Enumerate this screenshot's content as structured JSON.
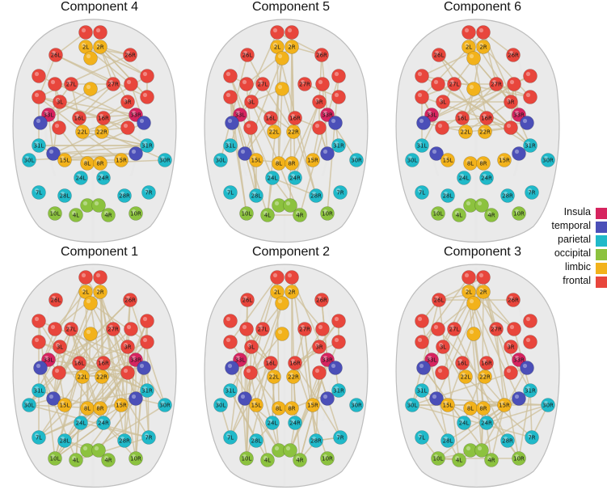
{
  "panels": [
    {
      "id": "c4",
      "title": "Component 4"
    },
    {
      "id": "c5",
      "title": "Component 5"
    },
    {
      "id": "c6",
      "title": "Component 6"
    },
    {
      "id": "c1",
      "title": "Component 1"
    },
    {
      "id": "c2",
      "title": "Component 2"
    },
    {
      "id": "c3",
      "title": "Component 3"
    }
  ],
  "legend": [
    {
      "label": "Insula",
      "color": "#d6245f"
    },
    {
      "label": "temporal",
      "color": "#4b4fb8"
    },
    {
      "label": "parietal",
      "color": "#20b9c9"
    },
    {
      "label": "occipital",
      "color": "#8cc23f"
    },
    {
      "label": "limbic",
      "color": "#f2b21b"
    },
    {
      "label": "frontal",
      "color": "#e8463c"
    }
  ],
  "node_labels": [
    "26L",
    "26R",
    "2L",
    "2R",
    "27L",
    "27R",
    "3L",
    "3R",
    "33L",
    "33R",
    "16L",
    "16R",
    "22L",
    "22R",
    "31L",
    "31R",
    "30L",
    "30R",
    "15L",
    "15R",
    "8L",
    "8R",
    "24L",
    "24R",
    "7L",
    "7R",
    "28L",
    "28R",
    "10L",
    "10R",
    "4L",
    "4R"
  ]
}
